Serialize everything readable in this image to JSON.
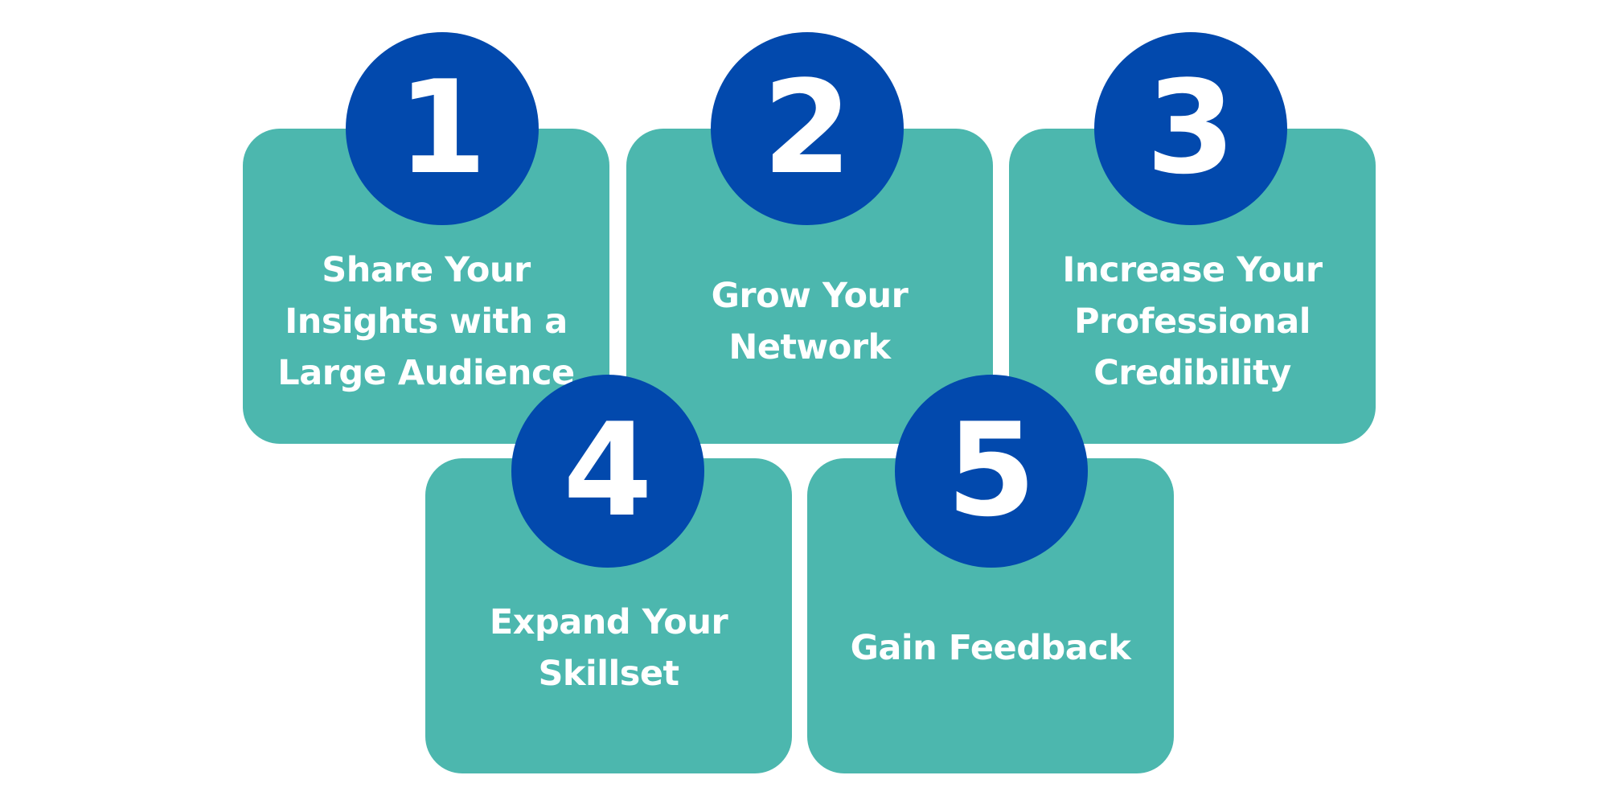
{
  "colors": {
    "card": "#4cb7ae",
    "badge": "#0249ad",
    "text": "#ffffff",
    "background": "#ffffff"
  },
  "steps": [
    {
      "number": "1",
      "text": "Share Your\nInsights with a\nLarge Audience"
    },
    {
      "number": "2",
      "text": "Grow Your\nNetwork"
    },
    {
      "number": "3",
      "text": "Increase Your\nProfessional\nCredibility"
    },
    {
      "number": "4",
      "text": "Expand Your\nSkillset"
    },
    {
      "number": "5",
      "text": "Gain Feedback"
    }
  ]
}
